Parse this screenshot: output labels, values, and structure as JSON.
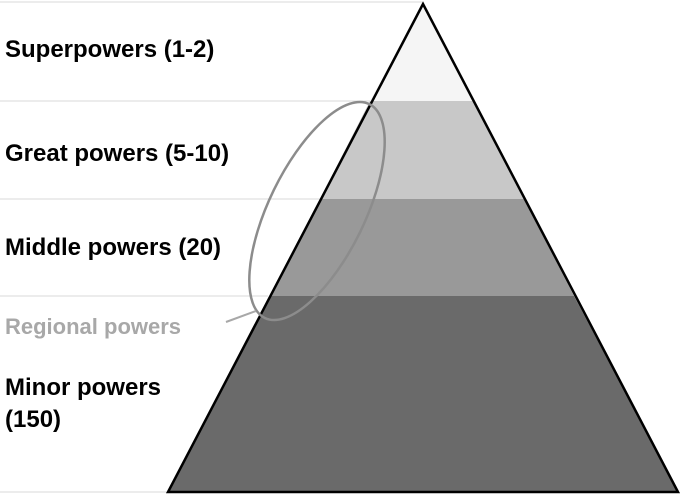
{
  "diagram": {
    "tiers": [
      {
        "key": "superpowers",
        "label": "Superpowers (1-2)",
        "fill": "#f5f5f5"
      },
      {
        "key": "great_powers",
        "label": "Great powers (5-10)",
        "fill": "#c8c8c8"
      },
      {
        "key": "middle_powers",
        "label": "Middle powers (20)",
        "fill": "#999999"
      },
      {
        "key": "minor_powers",
        "label": "Minor powers (150)",
        "fill": "#6a6a6a"
      }
    ],
    "regional_powers": {
      "label": "Regional powers",
      "color": "#a8a8a8"
    },
    "divider_color": "#d8d8d8",
    "outline_color": "#000000"
  }
}
